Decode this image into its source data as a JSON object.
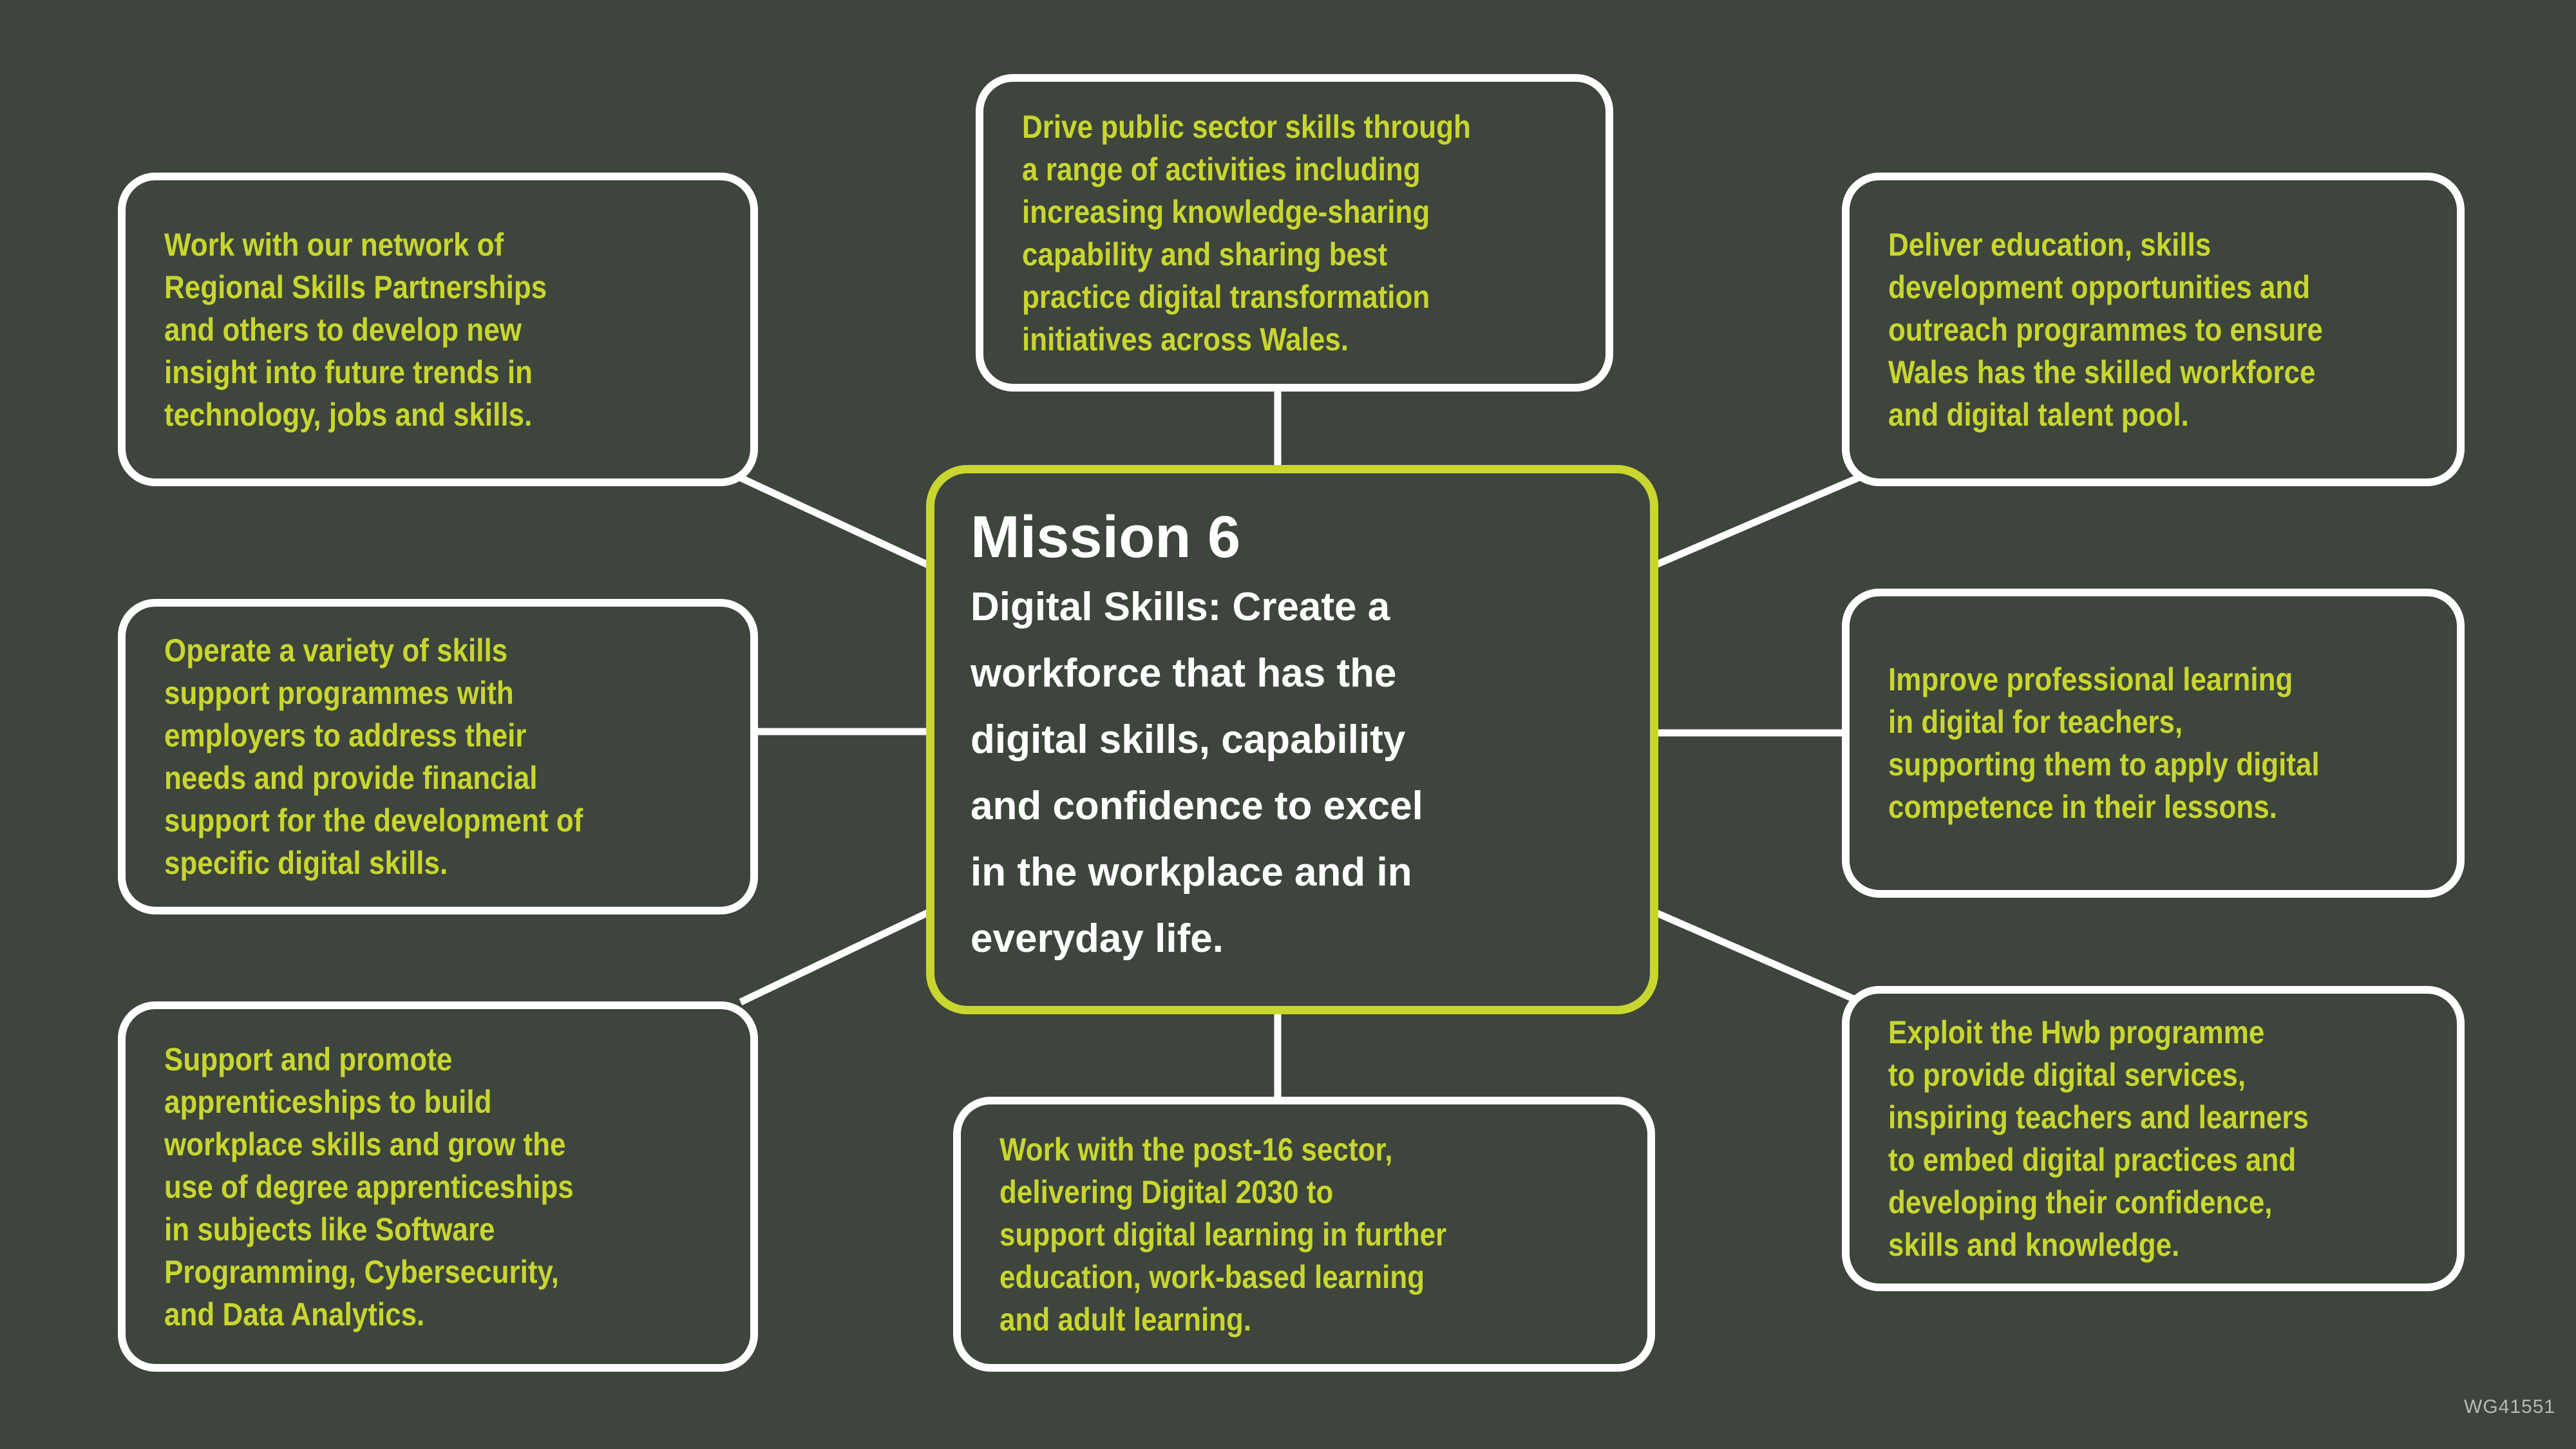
{
  "colors": {
    "background": "#3d453d",
    "box_border": "#ffffff",
    "accent": "#c8d62f",
    "mission_text": "#ffffff",
    "watermark_color": "#b7bcb6"
  },
  "mission": {
    "title": "Mission 6",
    "description_lines": [
      "Digital Skills: Create a",
      "workforce that has the",
      "digital skills, capability",
      "and confidence to excel",
      "in the workplace and in",
      "everyday life."
    ]
  },
  "nodes": {
    "top_left": {
      "lines": [
        "Work with our network of",
        "Regional Skills Partnerships",
        "and others to develop new",
        "insight into future trends in",
        "technology, jobs and skills."
      ]
    },
    "top_center": {
      "lines": [
        "Drive public sector skills through",
        "a range of activities including",
        "increasing knowledge-sharing",
        "capability and sharing best",
        "practice digital transformation",
        "initiatives across Wales."
      ]
    },
    "top_right": {
      "lines": [
        "Deliver education, skills",
        "development opportunities and",
        "outreach programmes to ensure",
        "Wales has the skilled workforce",
        "and digital talent pool."
      ]
    },
    "middle_left": {
      "lines": [
        "Operate a variety of skills",
        "support programmes with",
        "employers to address their",
        "needs and provide financial",
        "support for the development of",
        "specific digital skills."
      ]
    },
    "middle_right": {
      "lines": [
        "Improve professional learning",
        "in digital for teachers,",
        "supporting them to apply digital",
        "competence in their lessons."
      ]
    },
    "bottom_left": {
      "lines": [
        "Support and promote",
        "apprenticeships to build",
        "workplace skills and grow the",
        "use of degree apprenticeships",
        "in subjects like Software",
        "Programming, Cybersecurity,",
        "and Data Analytics."
      ]
    },
    "bottom_center": {
      "lines": [
        "Work with the post-16 sector,",
        "delivering Digital 2030 to",
        "support digital learning in further",
        "education, work-based learning",
        "and adult learning."
      ]
    },
    "bottom_right": {
      "lines": [
        "Exploit the Hwb programme",
        "to provide digital services,",
        "inspiring teachers and learners",
        "to embed digital practices and",
        "developing their confidence,",
        "skills and knowledge."
      ]
    }
  },
  "watermark": "WG41551"
}
